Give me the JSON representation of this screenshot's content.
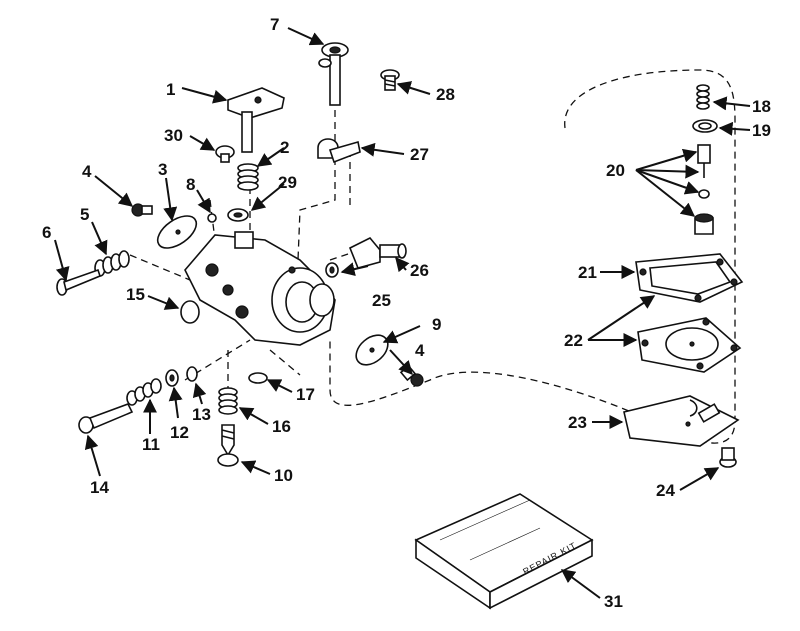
{
  "parts": [
    {
      "id": "1",
      "label": "1"
    },
    {
      "id": "2",
      "label": "2"
    },
    {
      "id": "3",
      "label": "3"
    },
    {
      "id": "4a",
      "label": "4"
    },
    {
      "id": "4b",
      "label": "4"
    },
    {
      "id": "5",
      "label": "5"
    },
    {
      "id": "6",
      "label": "6"
    },
    {
      "id": "7",
      "label": "7"
    },
    {
      "id": "8",
      "label": "8"
    },
    {
      "id": "9",
      "label": "9"
    },
    {
      "id": "10",
      "label": "10"
    },
    {
      "id": "11",
      "label": "11"
    },
    {
      "id": "12",
      "label": "12"
    },
    {
      "id": "13",
      "label": "13"
    },
    {
      "id": "14",
      "label": "14"
    },
    {
      "id": "15",
      "label": "15"
    },
    {
      "id": "16",
      "label": "16"
    },
    {
      "id": "17",
      "label": "17"
    },
    {
      "id": "18",
      "label": "18"
    },
    {
      "id": "19",
      "label": "19"
    },
    {
      "id": "20",
      "label": "20"
    },
    {
      "id": "21",
      "label": "21"
    },
    {
      "id": "22",
      "label": "22"
    },
    {
      "id": "23",
      "label": "23"
    },
    {
      "id": "24",
      "label": "24"
    },
    {
      "id": "25",
      "label": "25"
    },
    {
      "id": "26",
      "label": "26"
    },
    {
      "id": "27",
      "label": "27"
    },
    {
      "id": "28",
      "label": "28"
    },
    {
      "id": "29",
      "label": "29"
    },
    {
      "id": "30",
      "label": "30"
    },
    {
      "id": "31",
      "label": "31"
    }
  ],
  "repair_kit": {
    "text": "REPAIR KIT"
  }
}
